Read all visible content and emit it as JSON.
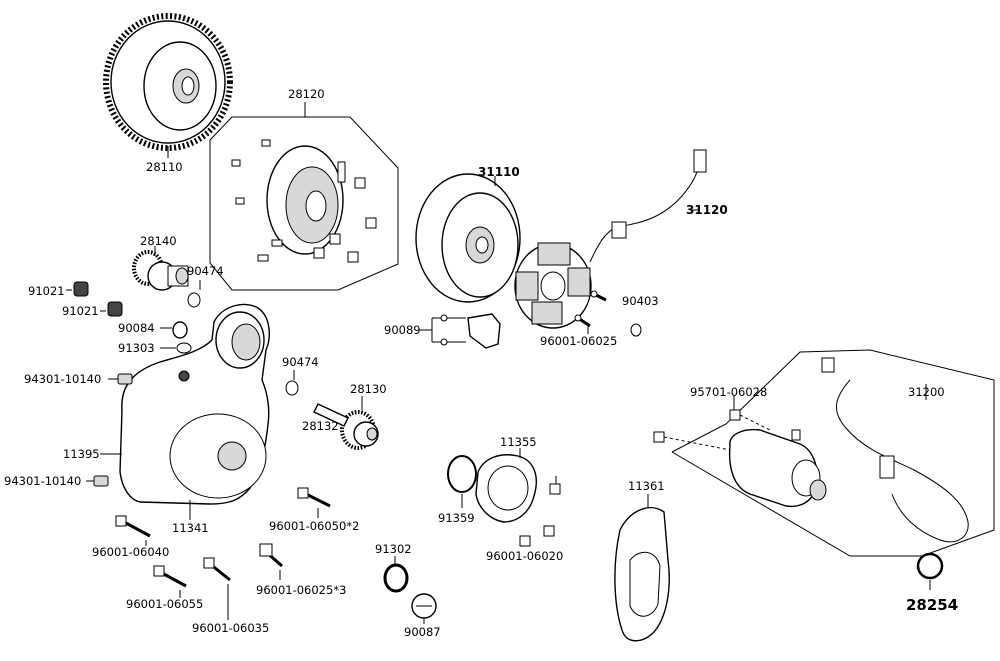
{
  "labels": {
    "p28110": "28110",
    "p28120": "28120",
    "p31110": "31110",
    "p31120": "31120",
    "p28140": "28140",
    "p90474a": "90474",
    "p91021a": "91021",
    "p91021b": "91021",
    "p90084": "90084",
    "p91303": "91303",
    "p94301a": "94301-10140",
    "p90474b": "90474",
    "p28130": "28130",
    "p28132": "28132",
    "p11395": "11395",
    "p94301b": "94301-10140",
    "p11341": "11341",
    "p96001_06040": "96001-06040",
    "p96001_06050": "96001-06050*2",
    "p96001_06055": "96001-06055",
    "p96001_06035": "96001-06035",
    "p96001_06025x3": "96001-06025*3",
    "p91302": "91302",
    "p90087": "90087",
    "p90089": "90089",
    "p90403": "90403",
    "p96001_06025": "96001-06025",
    "p11355": "11355",
    "p91359": "91359",
    "p96001_06020": "96001-06020",
    "p11361": "11361",
    "p95701_06028": "95701-06028",
    "p31200": "31200",
    "p28254": "28254"
  }
}
